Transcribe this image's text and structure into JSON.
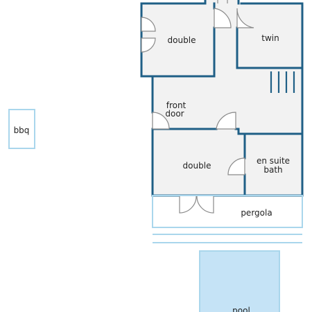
{
  "plan": {
    "rooms": {
      "double_top": "double",
      "twin": "twin",
      "front_door": [
        "front",
        "door"
      ],
      "double_bottom": "double",
      "en_suite": [
        "en suite",
        "bath"
      ],
      "pergola": "pergola"
    },
    "outdoor": {
      "bbq": "bbq",
      "pool": "pool"
    }
  },
  "colors": {
    "wall": "#1f5f86",
    "floor": "#f2f2f2",
    "light_outline": "#a9d6ec",
    "pool_fill": "#c5e3f6",
    "door": "#8a8a8a"
  }
}
